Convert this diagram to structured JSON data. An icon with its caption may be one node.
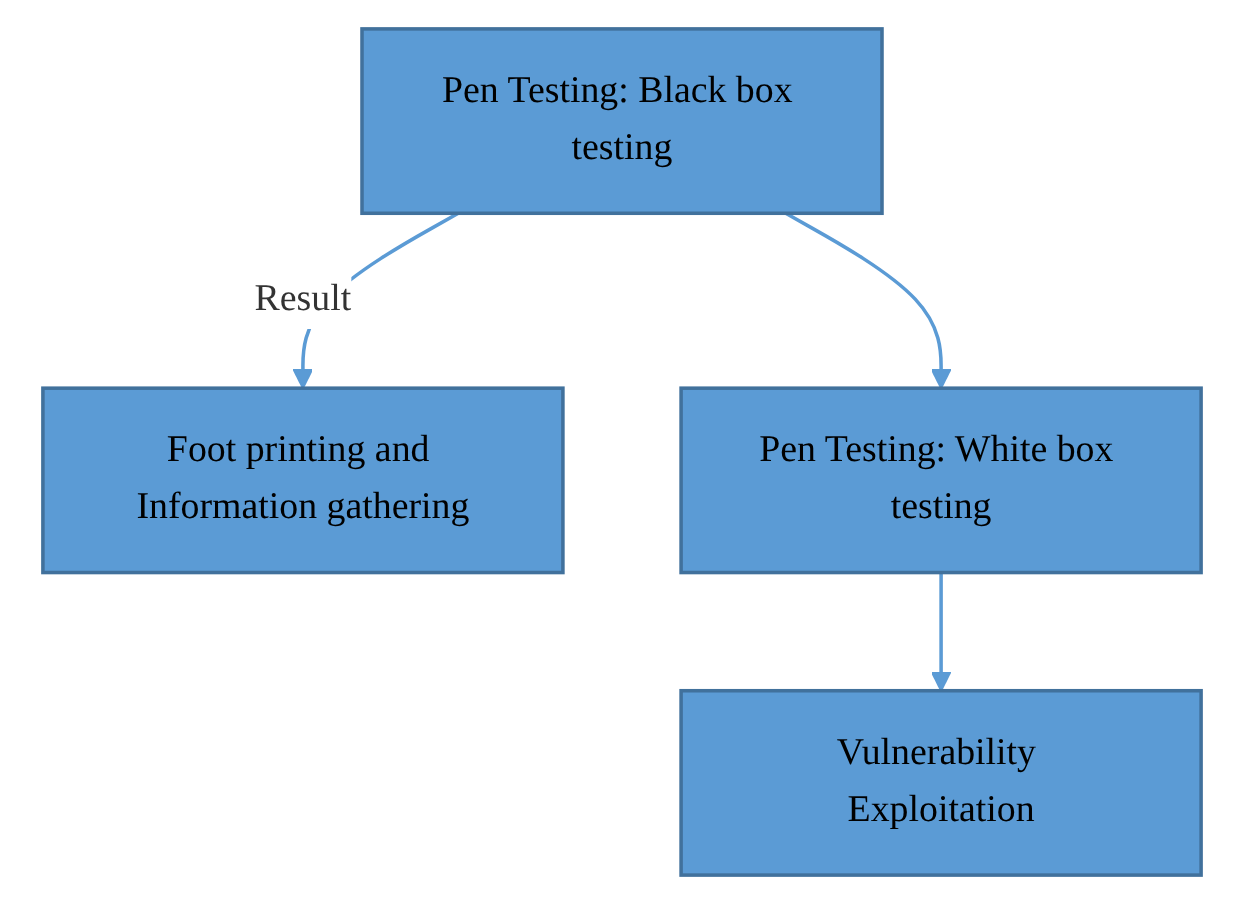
{
  "diagram": {
    "nodes": [
      {
        "text": [
          "Pen Testing: Black box testing"
        ]
      },
      {
        "text": [
          "Foot printing and Information gathering"
        ]
      },
      {
        "text": [
          "Pen Testing: White box testing"
        ]
      },
      {
        "text": [
          "Vulnerability Exploitation"
        ]
      }
    ],
    "edges": [
      {
        "from": 0,
        "to": 1,
        "arrow": "to",
        "label": "Result"
      },
      {
        "from": 0,
        "to": 2,
        "arrow": "to"
      },
      {
        "from": 2,
        "to": 3,
        "arrow": "to"
      }
    ]
  }
}
